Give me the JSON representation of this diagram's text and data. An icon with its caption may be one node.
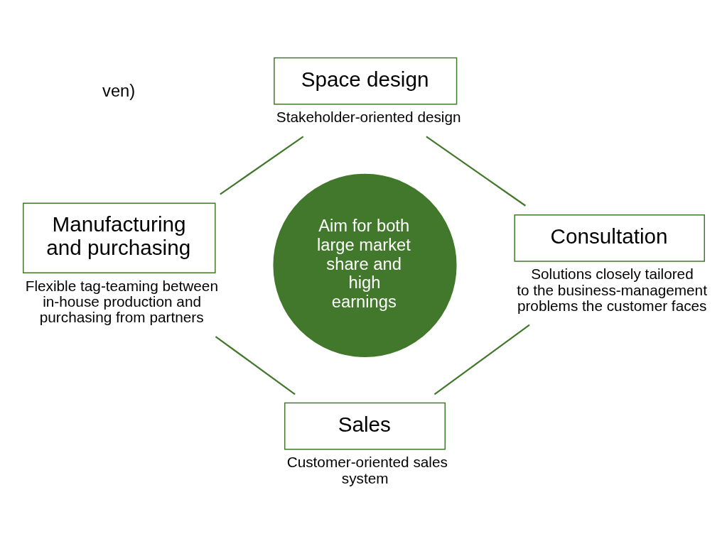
{
  "diagram": {
    "nodes": [
      {
        "text": [
          "Space design"
        ],
        "beside": [
          "Stakeholder-oriented design"
        ]
      },
      {
        "text": [
          "Manufacturing and purchasing"
        ],
        "beside": [
          "Flexible tag-teaming between in-house production and purchasing from partners"
        ]
      },
      {
        "text": [
          "Aim for both large market share and high earnings"
        ]
      },
      {
        "text": [
          "Consultation"
        ],
        "beside": [
          "Solutions closely tailored to the business-management problems the customer faces"
        ]
      },
      {
        "text": [
          "Sales"
        ],
        "beside": [
          "Customer-oriented sales system"
        ]
      }
    ],
    "edges": [
      {
        "from": 0,
        "to": 3,
        "arrow": "none"
      },
      {
        "from": 3,
        "to": 4,
        "arrow": "none"
      },
      {
        "from": 4,
        "to": 1,
        "arrow": "none"
      },
      {
        "from": 1,
        "to": 0,
        "arrow": "none"
      }
    ],
    "labels": [
      "ven)"
    ]
  }
}
